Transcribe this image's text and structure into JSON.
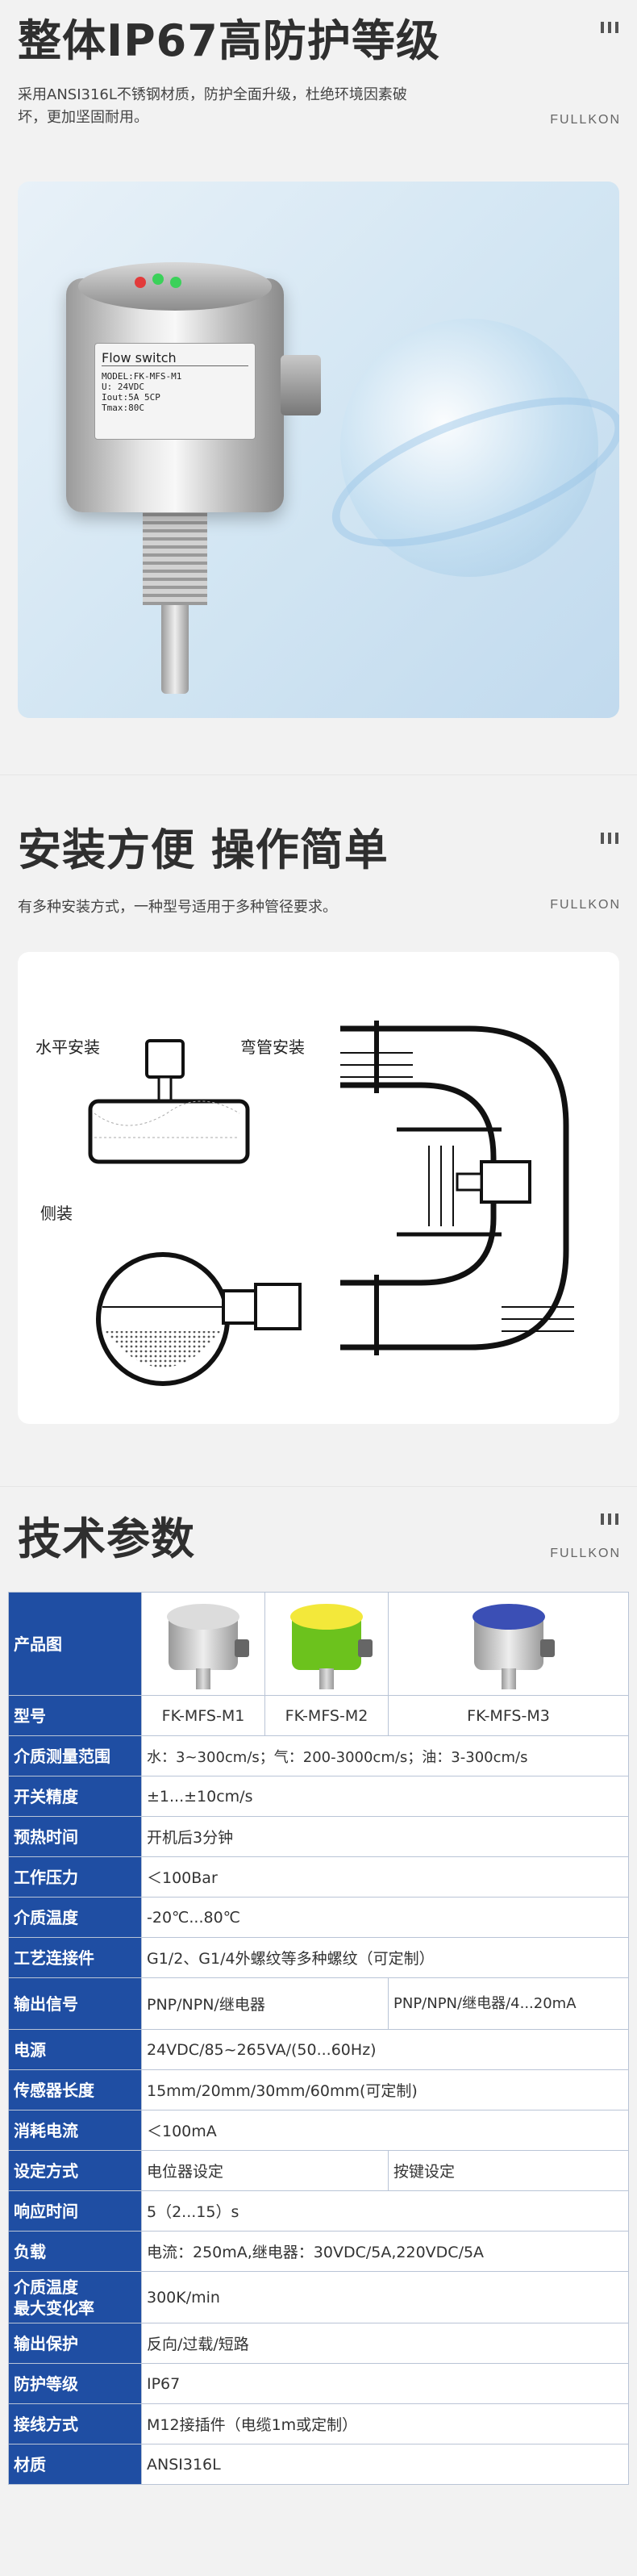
{
  "brand": "FULLKON",
  "section1": {
    "title": "整体IP67高防护等级",
    "subtitle_line1": "采用ANSI316L不锈钢材质，防护全面升级，杜绝环境因素破",
    "subtitle_line2": "坏，更加坚固耐用。",
    "photo": {
      "plate_title": "Flow switch",
      "plate_lines": [
        "MODEL:FK-MFS-M1",
        "U: 24VDC",
        "Iout:5A 5CP",
        "Tmax:80C"
      ]
    }
  },
  "section2": {
    "title": "安装方便  操作简单",
    "subtitle": "有多种安装方式，一种型号适用于多种管径要求。",
    "labels": {
      "horizontal": "水平安装",
      "elbow": "弯管安装",
      "side": "侧装"
    }
  },
  "section3": {
    "title": "技术参数",
    "product_row_label": "产品图",
    "products": [
      {
        "name": "FK-MFS-M1",
        "body_color": "#c8c8c8",
        "top_color": "#dcdcdc"
      },
      {
        "name": "FK-MFS-M2",
        "body_color": "#6cc21d",
        "top_color": "#f3e83a"
      },
      {
        "name": "FK-MFS-M3",
        "body_color": "#c8c8c8",
        "top_color": "#3b4fb5"
      }
    ],
    "rows": [
      {
        "key": "型号",
        "cells": [
          "FK-MFS-M1",
          "FK-MFS-M2",
          "FK-MFS-M3"
        ]
      },
      {
        "key": "介质测量范围",
        "value": "水：3~300cm/s；气：200-3000cm/s；油：3-300cm/s"
      },
      {
        "key": "开关精度",
        "value": "±1...±10cm/s"
      },
      {
        "key": "预热时间",
        "value": "开机后3分钟"
      },
      {
        "key": "工作压力",
        "value": "＜100Bar"
      },
      {
        "key": "介质温度",
        "value": "-20℃...80℃"
      },
      {
        "key": "工艺连接件",
        "value": "G1/2、G1/4外螺纹等多种螺纹（可定制）"
      },
      {
        "key": "输出信号",
        "value": "PNP/NPN/继电器",
        "value2": "PNP/NPN/继电器/4...20mA"
      },
      {
        "key": "电源",
        "value": "24VDC/85~265VA/(50...60Hz)"
      },
      {
        "key": "传感器长度",
        "value": "15mm/20mm/30mm/60mm(可定制)"
      },
      {
        "key": "消耗电流",
        "value": "＜100mA"
      },
      {
        "key": "设定方式",
        "value": "电位器设定",
        "value2": "按键设定"
      },
      {
        "key": "响应时间",
        "value": "5（2...15）s"
      },
      {
        "key": "负载",
        "value": "电流：250mA,继电器：30VDC/5A,220VDC/5A"
      },
      {
        "key": "介质温度最大变化率",
        "key_line1": "介质温度",
        "key_line2": "最大变化率",
        "value": "300K/min"
      },
      {
        "key": "输出保护",
        "value": "反向/过载/短路"
      },
      {
        "key": "防护等级",
        "value": "IP67"
      },
      {
        "key": "接线方式",
        "value": "M12接插件（电缆1m或定制）"
      },
      {
        "key": "材质",
        "value": "ANSI316L"
      }
    ]
  },
  "colors": {
    "table_header_bg": "#1f4ea3",
    "table_border": "#b9c4d6",
    "title_text": "#2f2f2f"
  }
}
